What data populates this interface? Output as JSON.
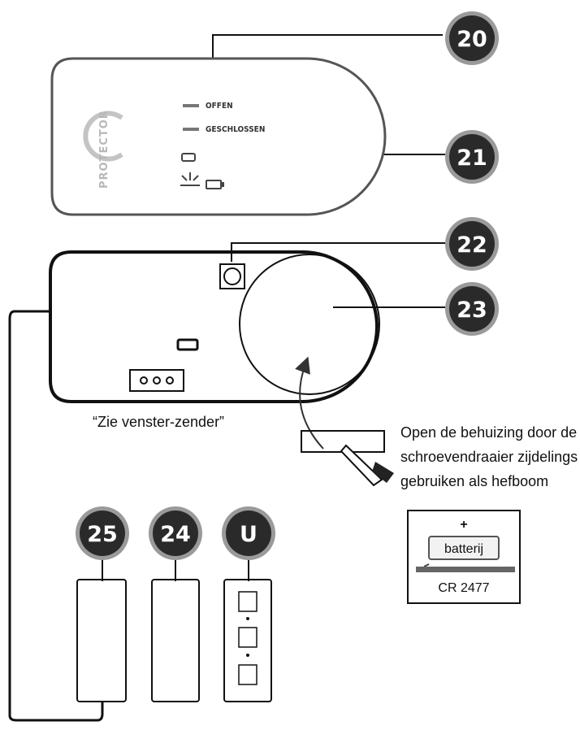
{
  "callouts": {
    "c20": "20",
    "c21": "21",
    "c22": "22",
    "c23": "23",
    "c24": "24",
    "c25": "25",
    "cU": "U"
  },
  "cover": {
    "logo_text": "PROTECTOR",
    "led_open": "OFFEN",
    "led_closed": "GESCHLOSSEN"
  },
  "base": {
    "caption": "“Zie venster-zender”"
  },
  "instruction": {
    "line1": "Open de behuizing door de",
    "line2": "schroevendraaier zijdelings te",
    "line3": "gebruiken als hefboom"
  },
  "battery": {
    "plus": "+",
    "label": "batterij",
    "type": "CR 2477"
  },
  "colors": {
    "line": "#111111",
    "badge_fill": "#2a2a2a",
    "badge_ring": "#8a8a8a",
    "cover_outline": "#555555",
    "logo": "#b8b8b8"
  }
}
